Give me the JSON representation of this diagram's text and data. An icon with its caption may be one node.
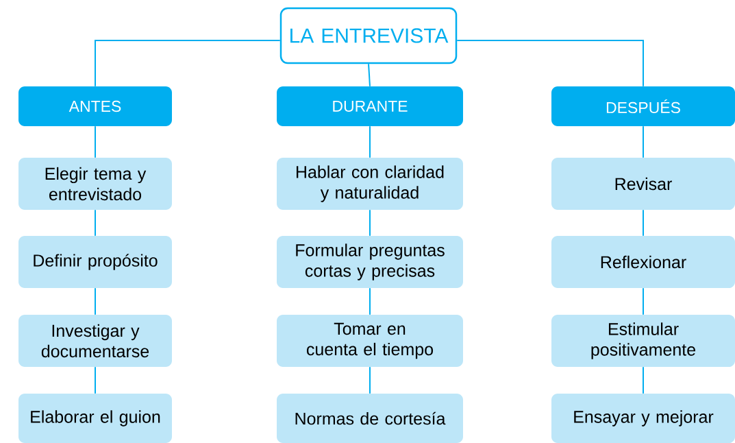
{
  "diagram": {
    "nodes": [
      {
        "text": [
          "LA ENTREVISTA"
        ]
      },
      {
        "text": [
          "ANTES"
        ]
      },
      {
        "text": [
          "DURANTE"
        ]
      },
      {
        "text": [
          "DESPUÉS"
        ]
      },
      {
        "text": [
          "Elegir tema y entrevistado"
        ]
      },
      {
        "text": [
          "Definir propósito"
        ]
      },
      {
        "text": [
          "Investigar y documentarse"
        ]
      },
      {
        "text": [
          "Elaborar el guion"
        ]
      },
      {
        "text": [
          "Hablar con claridad y naturalidad"
        ]
      },
      {
        "text": [
          "Formular preguntas cortas y precisas"
        ]
      },
      {
        "text": [
          "Tomar en cuenta el tiempo"
        ]
      },
      {
        "text": [
          "Normas de cortesía"
        ]
      },
      {
        "text": [
          "Revisar"
        ]
      },
      {
        "text": [
          "Reflexionar"
        ]
      },
      {
        "text": [
          "Estimular positivamente"
        ]
      },
      {
        "text": [
          "Ensayar y mejorar"
        ]
      }
    ],
    "edges": [
      {
        "from": 0,
        "to": 1,
        "arrow": "none"
      },
      {
        "from": 0,
        "to": 2,
        "arrow": "none"
      },
      {
        "from": 0,
        "to": 3,
        "arrow": "none"
      },
      {
        "from": 1,
        "to": 4,
        "arrow": "none"
      },
      {
        "from": 4,
        "to": 5,
        "arrow": "none"
      },
      {
        "from": 5,
        "to": 6,
        "arrow": "none"
      },
      {
        "from": 6,
        "to": 7,
        "arrow": "none"
      },
      {
        "from": 2,
        "to": 8,
        "arrow": "none"
      },
      {
        "from": 8,
        "to": 9,
        "arrow": "none"
      },
      {
        "from": 9,
        "to": 10,
        "arrow": "none"
      },
      {
        "from": 10,
        "to": 11,
        "arrow": "none"
      },
      {
        "from": 3,
        "to": 12,
        "arrow": "none"
      },
      {
        "from": 12,
        "to": 13,
        "arrow": "none"
      },
      {
        "from": 13,
        "to": 14,
        "arrow": "none"
      },
      {
        "from": 14,
        "to": 15,
        "arrow": "none"
      }
    ]
  }
}
